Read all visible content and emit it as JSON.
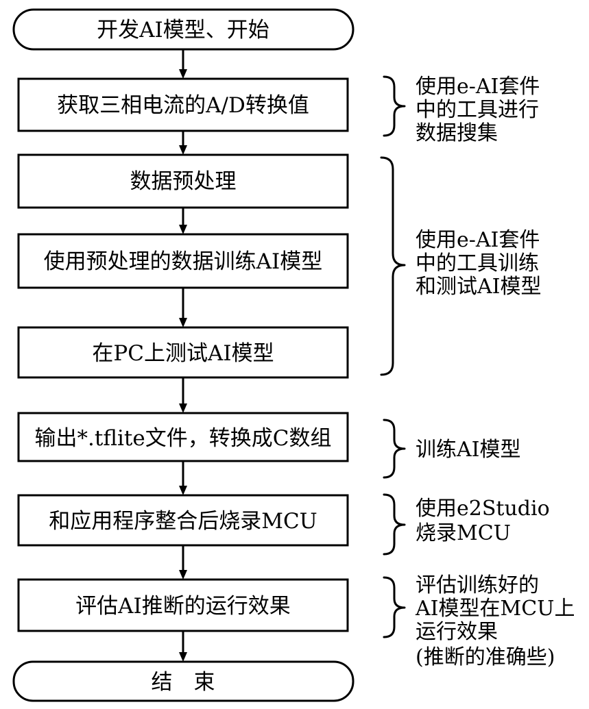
{
  "nodes": {
    "start": "开发AI模型、开始",
    "acquire": "获取三相电流的A/D转换值",
    "preprocess": "数据预处理",
    "train": "使用预处理的数据训练AI模型",
    "test_pc": "在PC上测试AI模型",
    "export": "输出*.tflite文件，转换成C数组",
    "flash": "和应用程序整合后烧录MCU",
    "evaluate": "评估AI推断的运行效果",
    "end": "结　束"
  },
  "annotations": {
    "collect": [
      "使用e-AI套件",
      "中的工具进行",
      "数据搜集"
    ],
    "train_test": [
      "使用e-AI套件",
      "中的工具训练",
      "和测试AI模型"
    ],
    "train_model": [
      "训练AI模型"
    ],
    "burn": [
      "使用e2Studio",
      "烧录MCU"
    ],
    "evaluate": [
      "评估训练好的",
      "AI模型在MCU上",
      "运行效果",
      "(推断的准确些)"
    ]
  }
}
